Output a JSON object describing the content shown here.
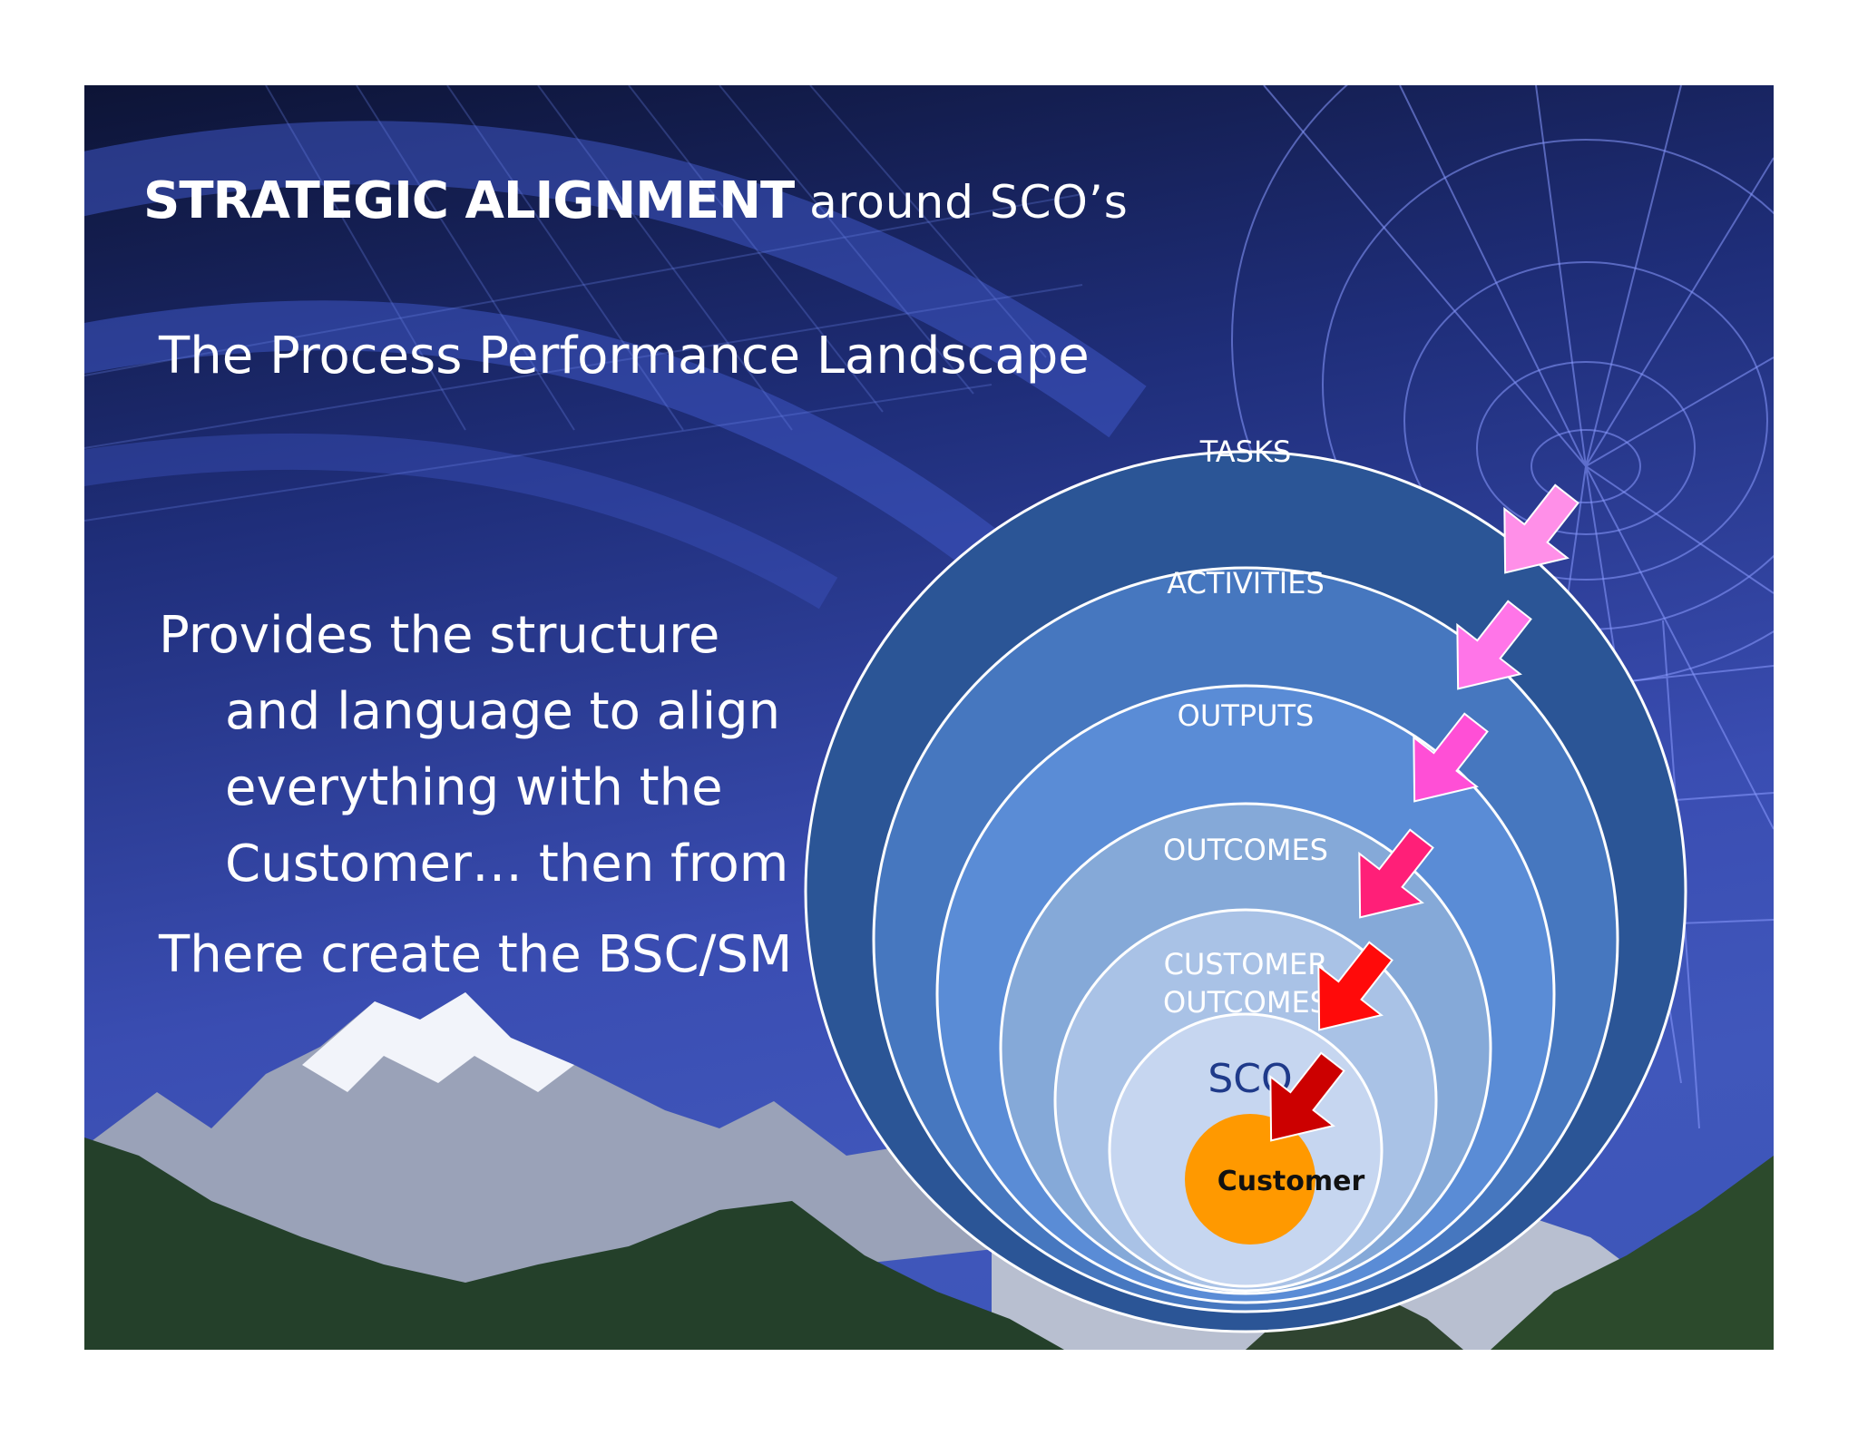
{
  "title": {
    "bold": "STRATEGIC ALIGNMENT",
    "light": " around SCO’s"
  },
  "subtitle": "The Process Performance Landscape",
  "body": {
    "lines": [
      "Provides the structure",
      "and language to align",
      "everything with the",
      "Customer… then from",
      "There create the BSC/SM"
    ]
  },
  "diagram": {
    "rings": [
      {
        "label": "TASKS",
        "fill": "#2b5596"
      },
      {
        "label": "ACTIVITIES",
        "fill": "#4677bf"
      },
      {
        "label": "OUTPUTS",
        "fill": "#5a8cd6"
      },
      {
        "label": "OUTCOMES",
        "fill": "#85a9d8"
      },
      {
        "label": "CUSTOMER",
        "label2": "OUTCOMES",
        "fill": "#a9c2e6"
      },
      {
        "label": "SCO",
        "fill": "#c6d6f0"
      }
    ],
    "core": {
      "label": "Customer",
      "fill": "#ff9900"
    },
    "arrow_colors": [
      "#ff8fe8",
      "#ff75e8",
      "#ff4fd6",
      "#ff1f78",
      "#ff0a0a",
      "#cc0000"
    ]
  },
  "colors": {
    "background_top": "#0d1436",
    "background_bottom": "#3c55b8",
    "text": "#ffffff"
  }
}
